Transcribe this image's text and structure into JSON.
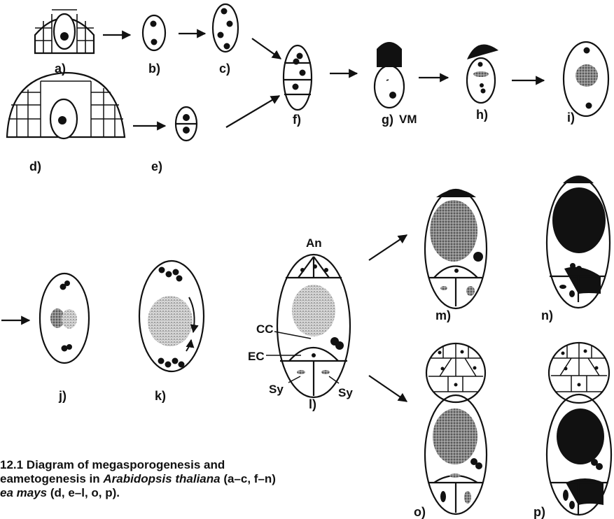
{
  "panel_labels": {
    "a": "a)",
    "b": "b)",
    "c": "c)",
    "d": "d)",
    "e": "e)",
    "f": "f)",
    "g": "g)",
    "h": "h)",
    "i": "i)",
    "j": "j)",
    "k": "k)",
    "l": "l)",
    "m": "m)",
    "n": "n)",
    "o": "o)",
    "p": "p)"
  },
  "annotations": {
    "vm": "VM",
    "an": "An",
    "cc": "CC",
    "ec": "EC",
    "sy_left": "Sy",
    "sy_right": "Sy"
  },
  "caption": {
    "line1": "12.1 Diagram of megasporogenesis and",
    "line2_pre": "eametogenesis in ",
    "line2_species": "Arabidopsis thaliana",
    "line2_post": " (a–c, f–n)",
    "line3_species": "ea mays",
    "line3_post": " (d, e–l, o, p)."
  },
  "colors": {
    "ink": "#111111",
    "stipple": "#6a6a6a",
    "background": "#ffffff"
  }
}
